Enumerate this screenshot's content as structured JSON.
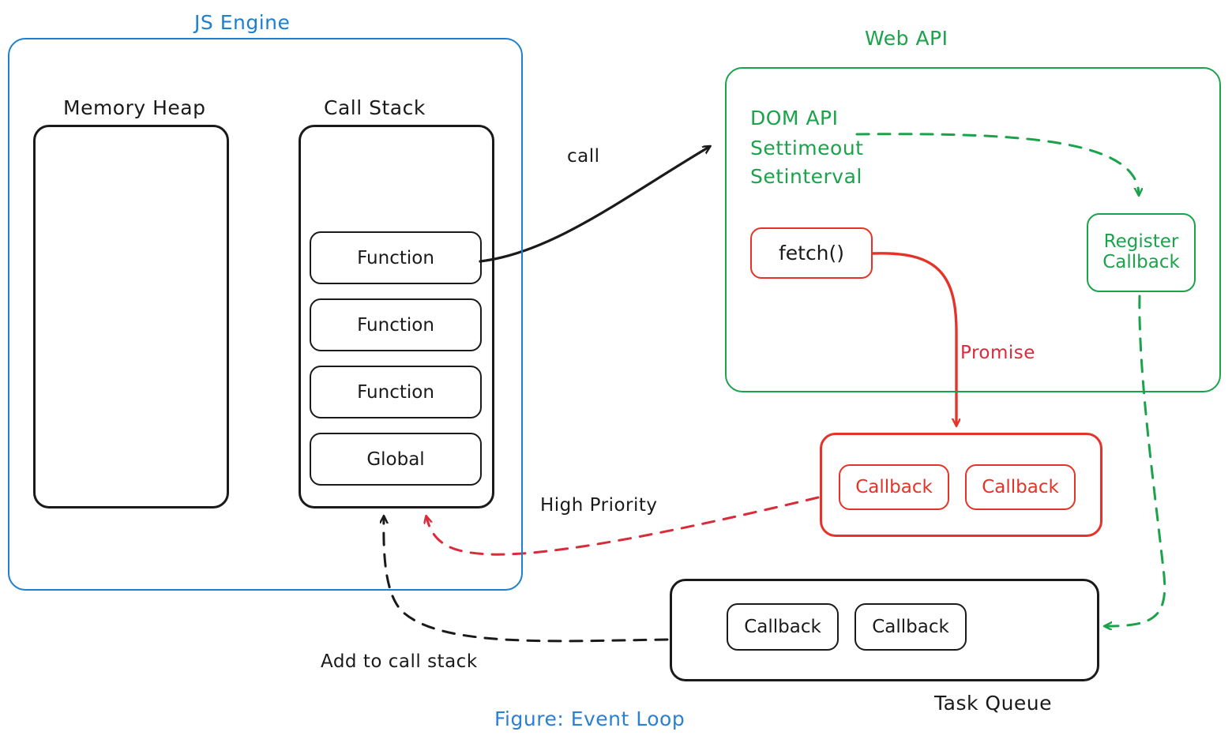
{
  "figure": {
    "caption": "Figure: Event Loop"
  },
  "colors": {
    "js_engine_blue": "#1d7fd0",
    "web_api_green": "#1aa34a",
    "promise_red": "#e5332a",
    "high_priority_red": "#d92b3a",
    "ink_black": "#1a1a1a",
    "caption_blue": "#2b7fd4",
    "background": "#ffffff"
  },
  "js_engine": {
    "title": "JS Engine",
    "memory_heap": {
      "label": "Memory Heap"
    },
    "call_stack": {
      "label": "Call Stack",
      "frames": [
        {
          "label": "Function"
        },
        {
          "label": "Function"
        },
        {
          "label": "Function"
        },
        {
          "label": "Global"
        }
      ]
    }
  },
  "web_api": {
    "title": "Web API",
    "api_list": [
      "DOM API",
      "Settimeout",
      "Setinterval"
    ],
    "fetch": {
      "label": "fetch()"
    },
    "register_callback": {
      "line1": "Register",
      "line2": "Callback"
    }
  },
  "microtask_queue": {
    "items": [
      {
        "label": "Callback"
      },
      {
        "label": "Callback"
      }
    ]
  },
  "task_queue": {
    "label": "Task Queue",
    "items": [
      {
        "label": "Callback"
      },
      {
        "label": "Callback"
      }
    ]
  },
  "edges": [
    {
      "id": "call",
      "label": "call",
      "color": "#1a1a1a",
      "style": "solid"
    },
    {
      "id": "register",
      "label": "",
      "color": "#1aa34a",
      "style": "dashed"
    },
    {
      "id": "promise",
      "label": "Promise",
      "color": "#e5332a",
      "style": "solid"
    },
    {
      "id": "high-priority",
      "label": "High Priority",
      "color": "#d92b3a",
      "style": "dashed"
    },
    {
      "id": "add-to-call-stack",
      "label": "Add to call stack",
      "color": "#1a1a1a",
      "style": "dashed"
    },
    {
      "id": "enqueue-task",
      "label": "",
      "color": "#1aa34a",
      "style": "dashed"
    }
  ]
}
